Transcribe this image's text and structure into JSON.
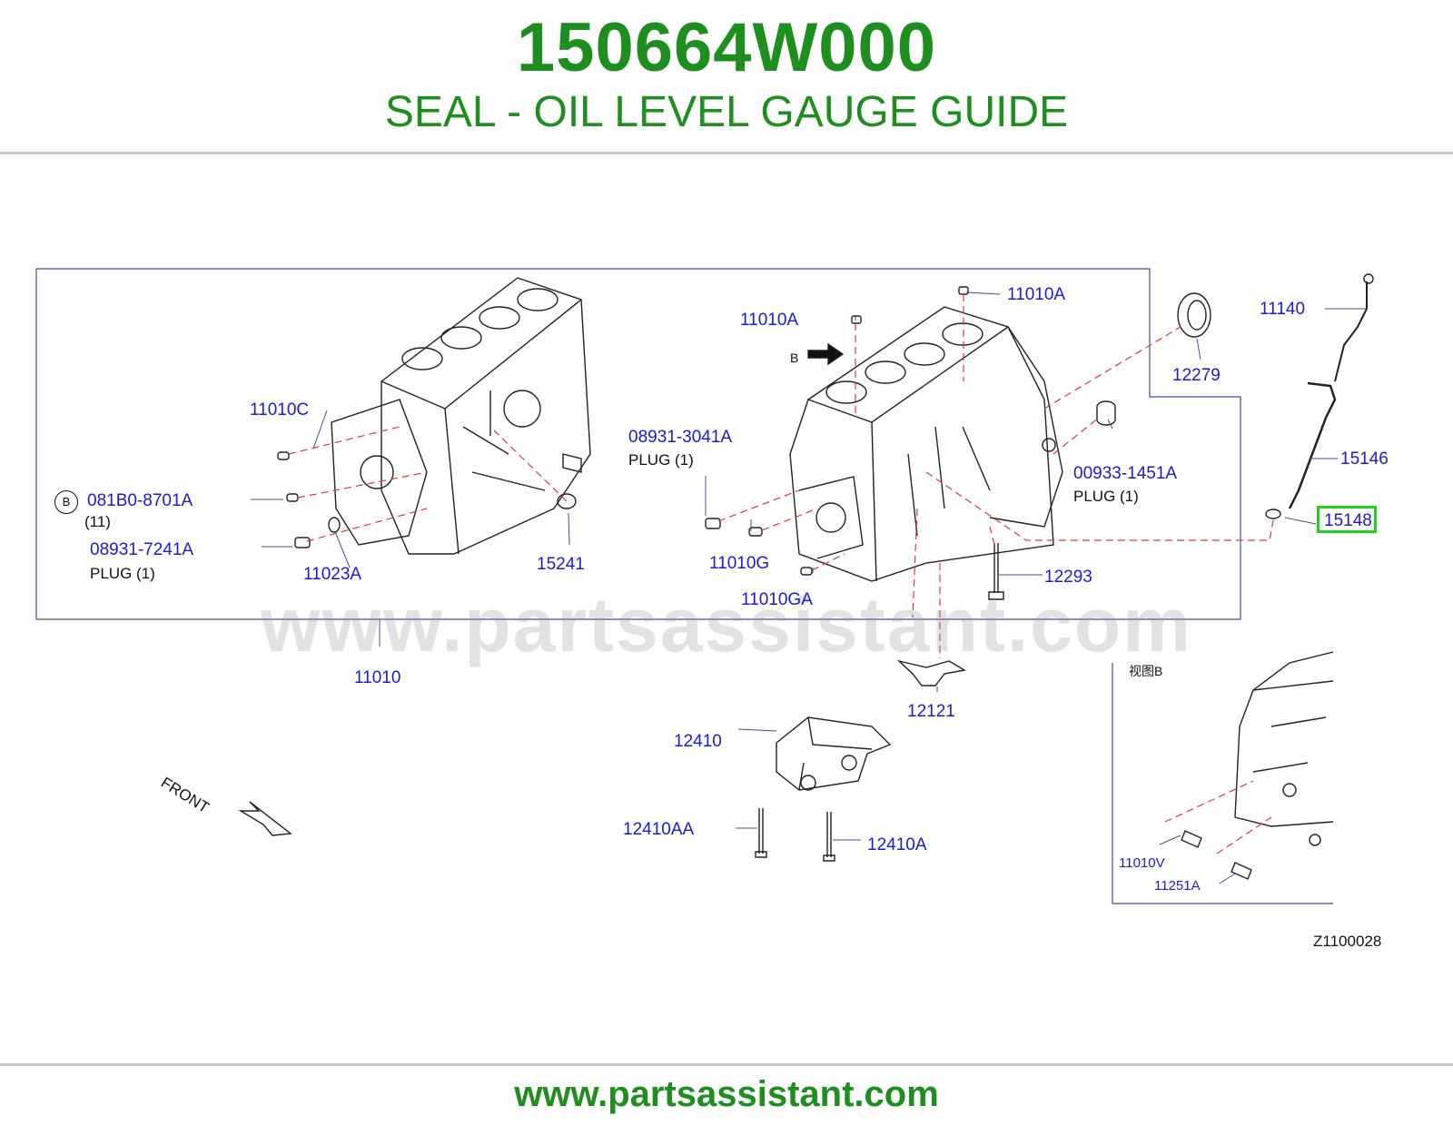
{
  "header": {
    "part_number": "150664W000",
    "part_name": "SEAL - OIL LEVEL GAUGE GUIDE"
  },
  "footer": {
    "url": "www.partsassistant.com"
  },
  "watermark": "www.partsassistant.com",
  "diagram": {
    "id": "Z1100028",
    "highlighted": "15148",
    "callouts": {
      "c11010A_left": "11010A",
      "c11010A_right": "11010A",
      "c11140": "11140",
      "c12279": "12279",
      "c11010C": "11010C",
      "c08931_3041A": "08931-3041A",
      "c00933_1451A": "00933-1451A",
      "c15146": "15146",
      "c081B0_8701A": "081B0-8701A",
      "c08931_7241A": "08931-7241A",
      "c11023A": "11023A",
      "c15241": "15241",
      "c11010G": "11010G",
      "c12293": "12293",
      "c11010GA": "11010GA",
      "c11010": "11010",
      "c12121": "12121",
      "c12410": "12410",
      "c12410AA": "12410AA",
      "c12410A": "12410A",
      "c11010V": "11010V",
      "c11251A": "11251A"
    },
    "notes": {
      "plug_3041": "PLUG   (1)",
      "plug_1451": "PLUG   (1)",
      "plug_7241": "PLUG   (1)",
      "qty_11": "(11)",
      "b_marker": "B",
      "b_circle": "B",
      "view_b": "视图B",
      "front": "FRONT"
    }
  }
}
